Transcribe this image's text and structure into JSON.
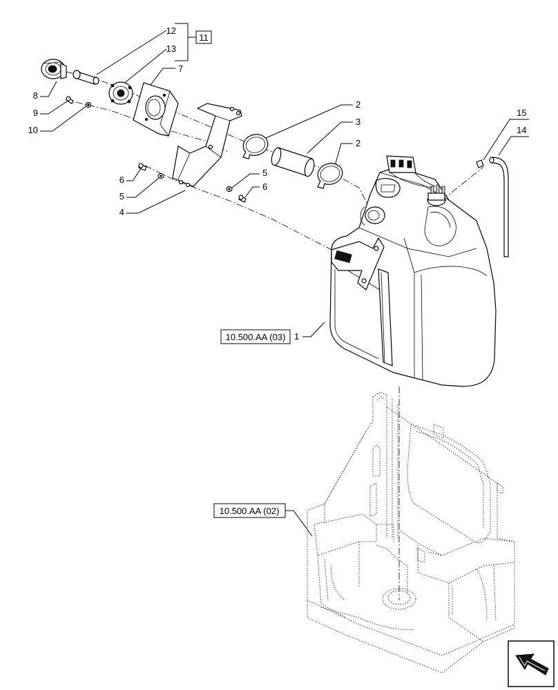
{
  "callouts": {
    "c12": "12",
    "c13": "13",
    "c11": "11",
    "c7": "7",
    "c8": "8",
    "c9": "9",
    "c10": "10",
    "c2a": "2",
    "c3": "3",
    "c2b": "2",
    "c15": "15",
    "c14": "14",
    "c6a": "6",
    "c5a": "5",
    "c4": "4",
    "c5b": "5",
    "c6b": "6",
    "c1": "1"
  },
  "references": {
    "tank_ref": "10.500.AA (03)",
    "frame_ref": "10.500.AA (02)"
  },
  "nav": {
    "icon": "arrow-icon"
  }
}
